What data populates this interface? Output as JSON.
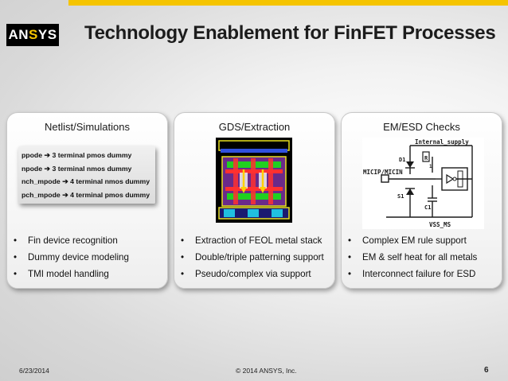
{
  "brand": {
    "logo_main": "AN",
    "logo_accent": "S",
    "logo_end": "YS",
    "accent_color": "#f5c400"
  },
  "slide": {
    "title": "Technology Enablement for FinFET Processes"
  },
  "panels": [
    {
      "title": "Netlist/Simulations",
      "netlist_lines": [
        {
          "left": "ppode",
          "arrow": "➔",
          "right": "3 terminal pmos dummy"
        },
        {
          "left": "npode",
          "arrow": "➔",
          "right": "3 terminal nmos dummy"
        },
        {
          "left": "nch_mpode",
          "arrow": "➔",
          "right": "4 terminal nmos dummy"
        },
        {
          "left": "pch_mpode",
          "arrow": "➔",
          "right": "4 terminal pmos dummy"
        }
      ],
      "bullets": [
        "Fin device recognition",
        "Dummy device modeling",
        "TMI model handling"
      ]
    },
    {
      "title": "GDS/Extraction",
      "bullets": [
        "Extraction of FEOL metal stack",
        "Double/triple patterning support",
        "Pseudo/complex via support"
      ]
    },
    {
      "title": "EM/ESD Checks",
      "circuit_labels": {
        "supply": "Internal_supply",
        "input": "MICIP/MICIN",
        "ground": "VSS_MS",
        "d1": "D1",
        "s1": "S1",
        "r1": "R",
        "r1_sub": "1",
        "c1": "C1"
      },
      "bullets": [
        "Complex EM rule support",
        "EM & self heat for all metals",
        "Interconnect failure for ESD"
      ]
    }
  ],
  "bullet_glyph": "•",
  "footer": {
    "date": "6/23/2014",
    "copyright": "© 2014 ANSYS, Inc.",
    "page": "6"
  }
}
